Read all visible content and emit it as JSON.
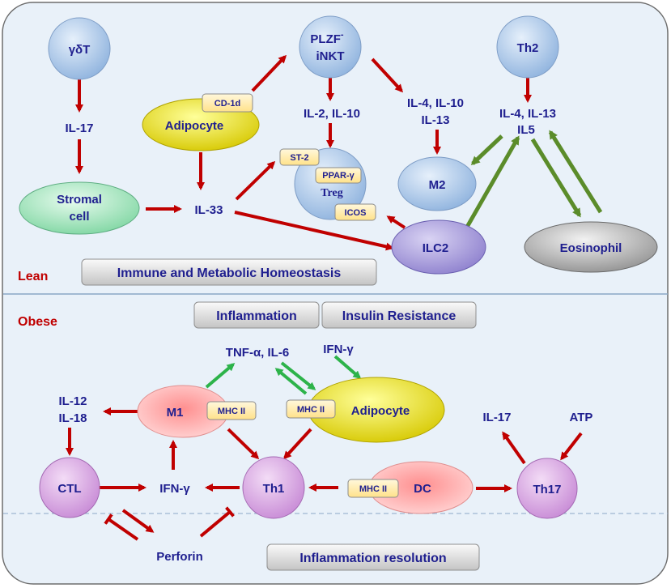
{
  "sections": {
    "lean": "Lean",
    "obese": "Obese"
  },
  "banners": {
    "homeostasis": "Immune and Metabolic Homeostasis",
    "inflammation": "Inflammation",
    "insulin_resistance": "Insulin Resistance",
    "resolution": "Inflammation resolution"
  },
  "cells": {
    "gdt": "γδT",
    "plzf_line1": "PLZF",
    "plzf_sup": "-",
    "plzf_line2": "iNKT",
    "th2": "Th2",
    "adipocyte_lean": "Adipocyte",
    "stromal_line1": "Stromal",
    "stromal_line2": "cell",
    "treg": "Treg",
    "m2": "M2",
    "ilc2": "ILC2",
    "eosinophil": "Eosinophil",
    "m1": "M1",
    "adipocyte_obese": "Adipocyte",
    "ctl": "CTL",
    "th1": "Th1",
    "dc": "DC",
    "th17": "Th17"
  },
  "tags": {
    "cd1d": "CD-1d",
    "st2": "ST-2",
    "ppar": "PPAR-γ",
    "icos": "ICOS",
    "mhc_m1": "MHC II",
    "mhc_adipo": "MHC II",
    "mhc_dc": "MHC II"
  },
  "cytokines": {
    "il17_lean": "IL-17",
    "il33": "IL-33",
    "il2_il10": "IL-2, IL-10",
    "il4_il10": "IL-4, IL-10",
    "il13_a": "IL-13",
    "il4_il13": "IL-4, IL-13",
    "il5": "IL5",
    "tnf_il6": "TNF-α, IL-6",
    "ifng_top": "IFN-γ",
    "il12": "IL-12",
    "il18": "IL-18",
    "ifng_mid": "IFN-γ",
    "il17_obese": "IL-17",
    "atp": "ATP",
    "perforin": "Perforin"
  },
  "colors": {
    "activation_arrow": "#c00000",
    "feedback_arrow": "#5b8c2a",
    "obese_arrow": "#2db34a",
    "text": "#1f1f8f"
  }
}
